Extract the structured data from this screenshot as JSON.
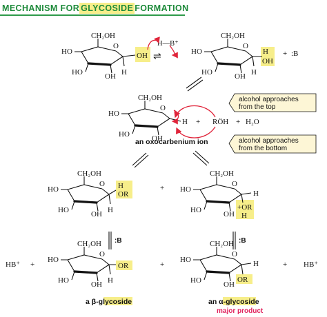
{
  "title": {
    "part1": "MECHANISM FOR ",
    "part2": "GLYCOSIDE",
    "part3": " FORMATION"
  },
  "colors": {
    "title_green": "#1d8a3a",
    "highlight": "#f7ee8a",
    "arrow_red": "#e0243a",
    "label_pink": "#e0245e",
    "box_fill": "#fdf6d6"
  },
  "labels": {
    "ch2oh": "CH₂OH",
    "ho": "HO",
    "h": "H",
    "plus": "+",
    "equilibrium": "⇌",
    "oh": "OH",
    "or": "OR",
    "roh": "RÖH",
    "water": "H₂O",
    "base": ":B",
    "hb_plus": "HB⁺",
    "acid": "H—B⁺",
    "oh2_plus": "OH",
    "h_plus_or": "+OR",
    "h_plus": "H"
  },
  "callouts": {
    "top": "alcohol approaches\nfrom the top",
    "bottom": "alcohol approaches\nfrom the bottom"
  },
  "captions": {
    "oxocarbenium": "an oxocarbenium ion",
    "beta": "a β-glycoside",
    "alpha": "an α-glycoside",
    "major": "major product"
  },
  "reagents": {
    "base_label": ":B",
    "hb": "HB⁺"
  }
}
